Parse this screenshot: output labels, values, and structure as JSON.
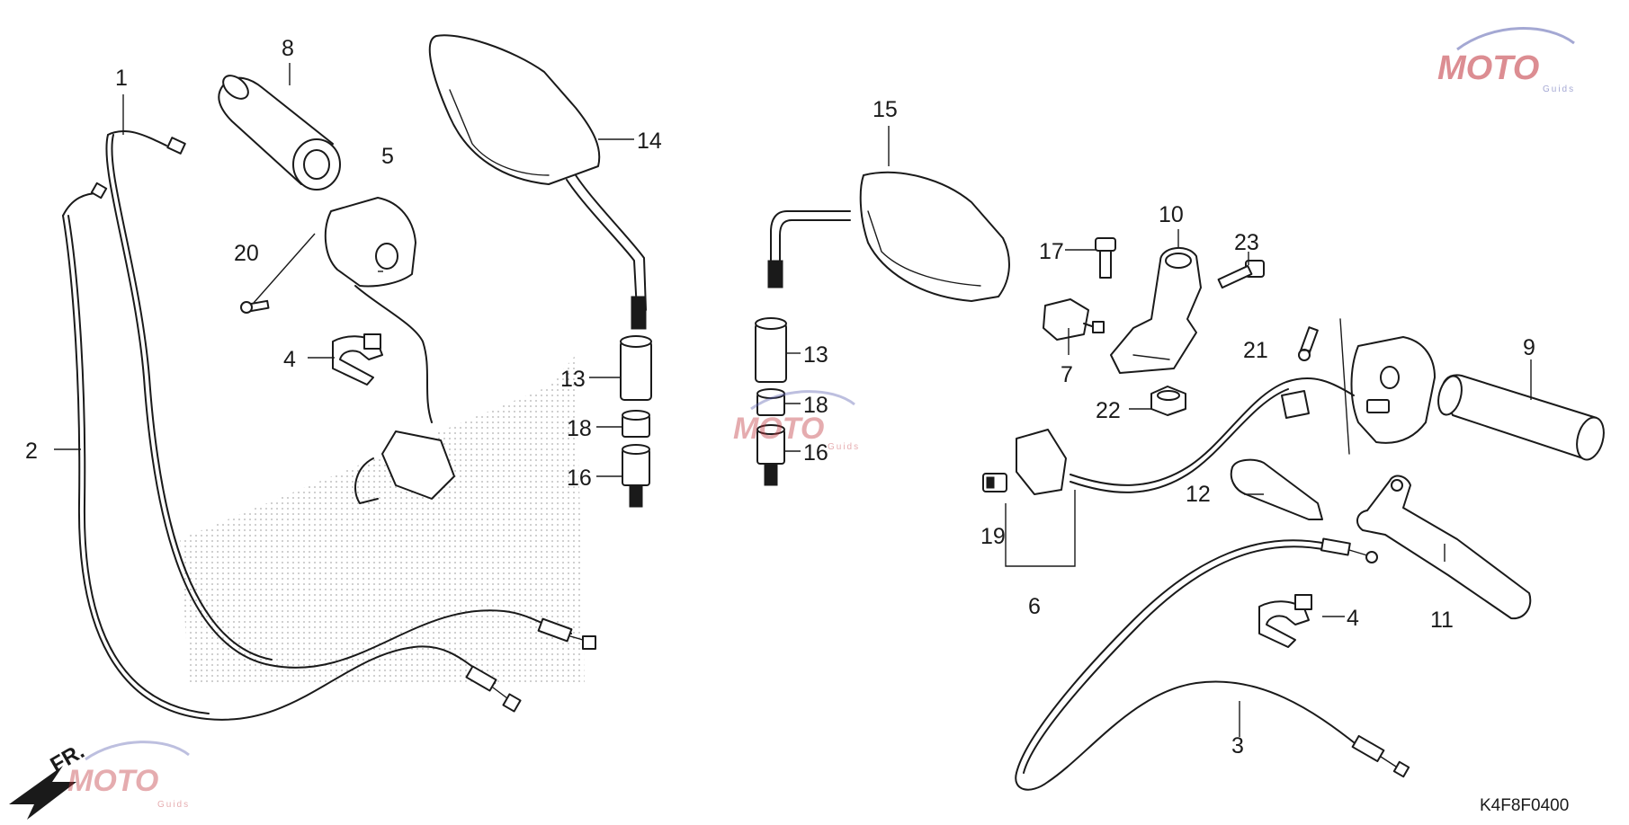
{
  "diagram_code": "K4F8F0400",
  "front_indicator": "FR.",
  "watermark": {
    "brand": "MOTO",
    "sub": "Guids",
    "primary_color": "#c0313a",
    "secondary_color": "#5b62b0"
  },
  "callouts": {
    "c1": "1",
    "c2": "2",
    "c3": "3",
    "c4a": "4",
    "c4b": "4",
    "c5": "5",
    "c6": "6",
    "c7": "7",
    "c8": "8",
    "c9": "9",
    "c10": "10",
    "c11": "11",
    "c12": "12",
    "c13a": "13",
    "c13b": "13",
    "c14": "14",
    "c15": "15",
    "c16a": "16",
    "c16b": "16",
    "c17": "17",
    "c18a": "18",
    "c18b": "18",
    "c19": "19",
    "c20": "20",
    "c21": "21",
    "c22": "22",
    "c23": "23"
  }
}
